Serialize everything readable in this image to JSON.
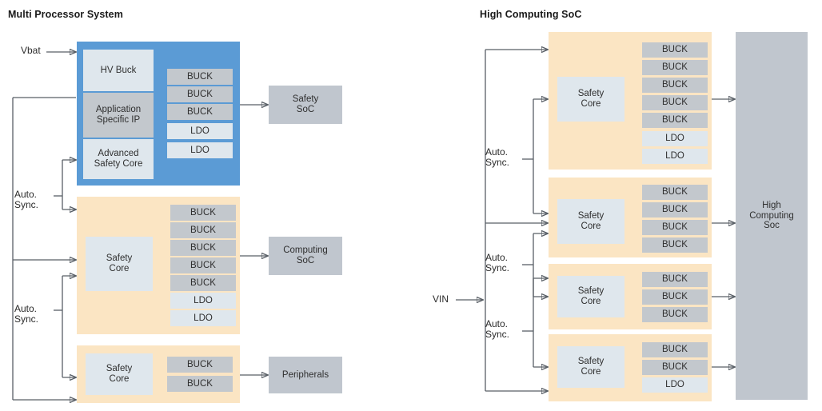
{
  "left_diagram": {
    "title": "Multi Processor System",
    "input_rail": {
      "label": "Vbat"
    },
    "sync_labels": [
      {
        "label": "Auto.\nSync."
      },
      {
        "label": "Auto.\nSync."
      }
    ],
    "groups": [
      {
        "id": "group-safety",
        "panel_color": "#5b9bd5",
        "core_tiles": [
          {
            "label": "HV Buck",
            "style": "light"
          },
          {
            "label": "Application\nSpecific IP",
            "style": "grey"
          },
          {
            "label": "Advanced\nSafety Core",
            "style": "light"
          }
        ],
        "rail_tiles": [
          {
            "label": "BUCK",
            "style": "grey"
          },
          {
            "label": "BUCK",
            "style": "grey"
          },
          {
            "label": "BUCK",
            "style": "grey"
          },
          {
            "label": "LDO",
            "style": "light"
          },
          {
            "label": "LDO",
            "style": "light"
          }
        ],
        "target": {
          "label": "Safety\nSoC"
        }
      },
      {
        "id": "group-computing",
        "panel_color": "#fbe5c3",
        "core_tiles": [
          {
            "label": "Safety\nCore",
            "style": "light"
          }
        ],
        "rail_tiles": [
          {
            "label": "BUCK",
            "style": "grey"
          },
          {
            "label": "BUCK",
            "style": "grey"
          },
          {
            "label": "BUCK",
            "style": "grey"
          },
          {
            "label": "BUCK",
            "style": "grey"
          },
          {
            "label": "BUCK",
            "style": "grey"
          },
          {
            "label": "LDO",
            "style": "light"
          },
          {
            "label": "LDO",
            "style": "light"
          }
        ],
        "target": {
          "label": "Computing\nSoC"
        }
      },
      {
        "id": "group-peripherals",
        "panel_color": "#fbe5c3",
        "core_tiles": [
          {
            "label": "Safety\nCore",
            "style": "light"
          }
        ],
        "rail_tiles": [
          {
            "label": "BUCK",
            "style": "grey"
          },
          {
            "label": "BUCK",
            "style": "grey"
          }
        ],
        "target": {
          "label": "Peripherals"
        }
      }
    ]
  },
  "right_diagram": {
    "title": "High Computing SoC",
    "input_rail": {
      "label": "VIN"
    },
    "sync_labels": [
      {
        "label": "Auto.\nSync."
      },
      {
        "label": "Auto.\nSync."
      },
      {
        "label": "Auto.\nSync."
      }
    ],
    "target": {
      "label": "High\nComputing\nSoc"
    },
    "groups": [
      {
        "id": "hc-group-1",
        "core_tiles": [
          {
            "label": "Safety\nCore",
            "style": "light"
          }
        ],
        "rail_tiles": [
          {
            "label": "BUCK",
            "style": "grey"
          },
          {
            "label": "BUCK",
            "style": "grey"
          },
          {
            "label": "BUCK",
            "style": "grey"
          },
          {
            "label": "BUCK",
            "style": "grey"
          },
          {
            "label": "BUCK",
            "style": "grey"
          },
          {
            "label": "LDO",
            "style": "light"
          },
          {
            "label": "LDO",
            "style": "light"
          }
        ]
      },
      {
        "id": "hc-group-2",
        "core_tiles": [
          {
            "label": "Safety\nCore",
            "style": "light"
          }
        ],
        "rail_tiles": [
          {
            "label": "BUCK",
            "style": "grey"
          },
          {
            "label": "BUCK",
            "style": "grey"
          },
          {
            "label": "BUCK",
            "style": "grey"
          },
          {
            "label": "BUCK",
            "style": "grey"
          }
        ]
      },
      {
        "id": "hc-group-3",
        "core_tiles": [
          {
            "label": "Safety\nCore",
            "style": "light"
          }
        ],
        "rail_tiles": [
          {
            "label": "BUCK",
            "style": "grey"
          },
          {
            "label": "BUCK",
            "style": "grey"
          },
          {
            "label": "BUCK",
            "style": "grey"
          }
        ]
      },
      {
        "id": "hc-group-4",
        "core_tiles": [
          {
            "label": "Safety\nCore",
            "style": "light"
          }
        ],
        "rail_tiles": [
          {
            "label": "BUCK",
            "style": "grey"
          },
          {
            "label": "BUCK",
            "style": "grey"
          },
          {
            "label": "LDO",
            "style": "light"
          }
        ]
      }
    ]
  },
  "colors": {
    "panel_blue": "#5b9bd5",
    "panel_orange": "#fbe5c3",
    "tile_light": "#dfe7ed",
    "tile_grey": "#c3c8cd",
    "soc_grey": "#c0c6ce",
    "wire": "#595f66",
    "text": "#2b2b2b"
  }
}
